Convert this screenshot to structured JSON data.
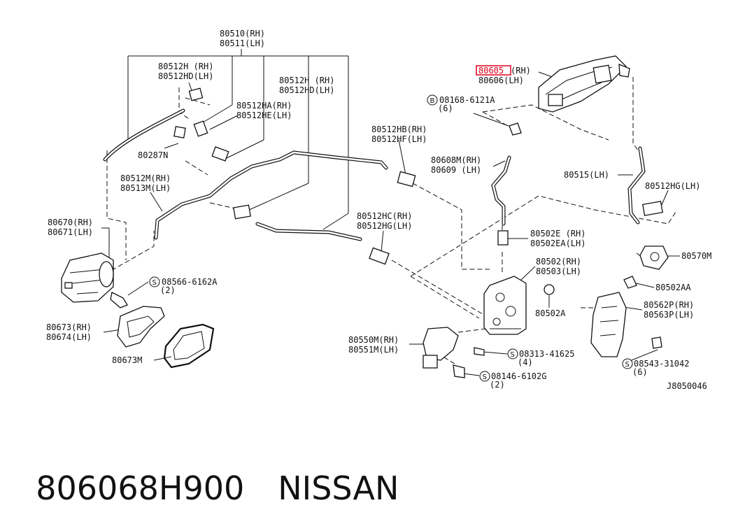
{
  "caption": {
    "part_number": "806068H900",
    "brand": "NISSAN"
  },
  "diagram": {
    "id": "J8050046",
    "highlight_color": "#e0001b",
    "labels": {
      "l80510_a": "80510(RH)",
      "l80510_b": "80511(LH)",
      "l80512h_a1": "80512H (RH)",
      "l80512h_b1": "80512HD(LH)",
      "l80512h_a2": "80512H (RH)",
      "l80512h_b2": "80512HD(LH)",
      "l80512ha_a": "80512HA(RH)",
      "l80512ha_b": "80512HE(LH)",
      "l80287": "80287N",
      "l80512m_a": "80512M(RH)",
      "l80512m_b": "80513M(LH)",
      "l80670_a": "80670(RH)",
      "l80670_b": "80671(LH)",
      "l80512hb_a": "80512HB(RH)",
      "l80512hb_b": "80512HF(LH)",
      "l80512hc_a": "80512HC(RH)",
      "l80512hc_b": "80512HG(LH)",
      "l80605_num": "80605",
      "l80605_side": "(RH)",
      "l80606": "80606(LH)",
      "l08168_a": "08168-6121A",
      "l08168_b": "(6)",
      "l80608_a": "80608M(RH)",
      "l80608_b": "80609 (LH)",
      "l80515": "80515(LH)",
      "l80512hg": "80512HG(LH)",
      "l80502e_a": "80502E (RH)",
      "l80502e_b": "80502EA(LH)",
      "l80570m": "80570M",
      "l80502_a": "80502(RH)",
      "l80502_b": "80503(LH)",
      "l80502aa": "80502AA",
      "l80502a": "80502A",
      "l08566_a": "08566-6162A",
      "l08566_b": "(2)",
      "l80673_a": "80673(RH)",
      "l80673_b": "80674(LH)",
      "l80673m": "80673M",
      "l80550_a": "80550M(RH)",
      "l80550_b": "80551M(LH)",
      "l08313_a": "08313-41625",
      "l08313_b": "(4)",
      "l08146_a": "08146-6102G",
      "l08146_b": "(2)",
      "l80562_a": "80562P(RH)",
      "l80562_b": "80563P(LH)",
      "l08543_a": "08543-31042",
      "l08543_b": "(6)"
    },
    "fastener_symbols": {
      "b": "B",
      "s": "S"
    }
  }
}
